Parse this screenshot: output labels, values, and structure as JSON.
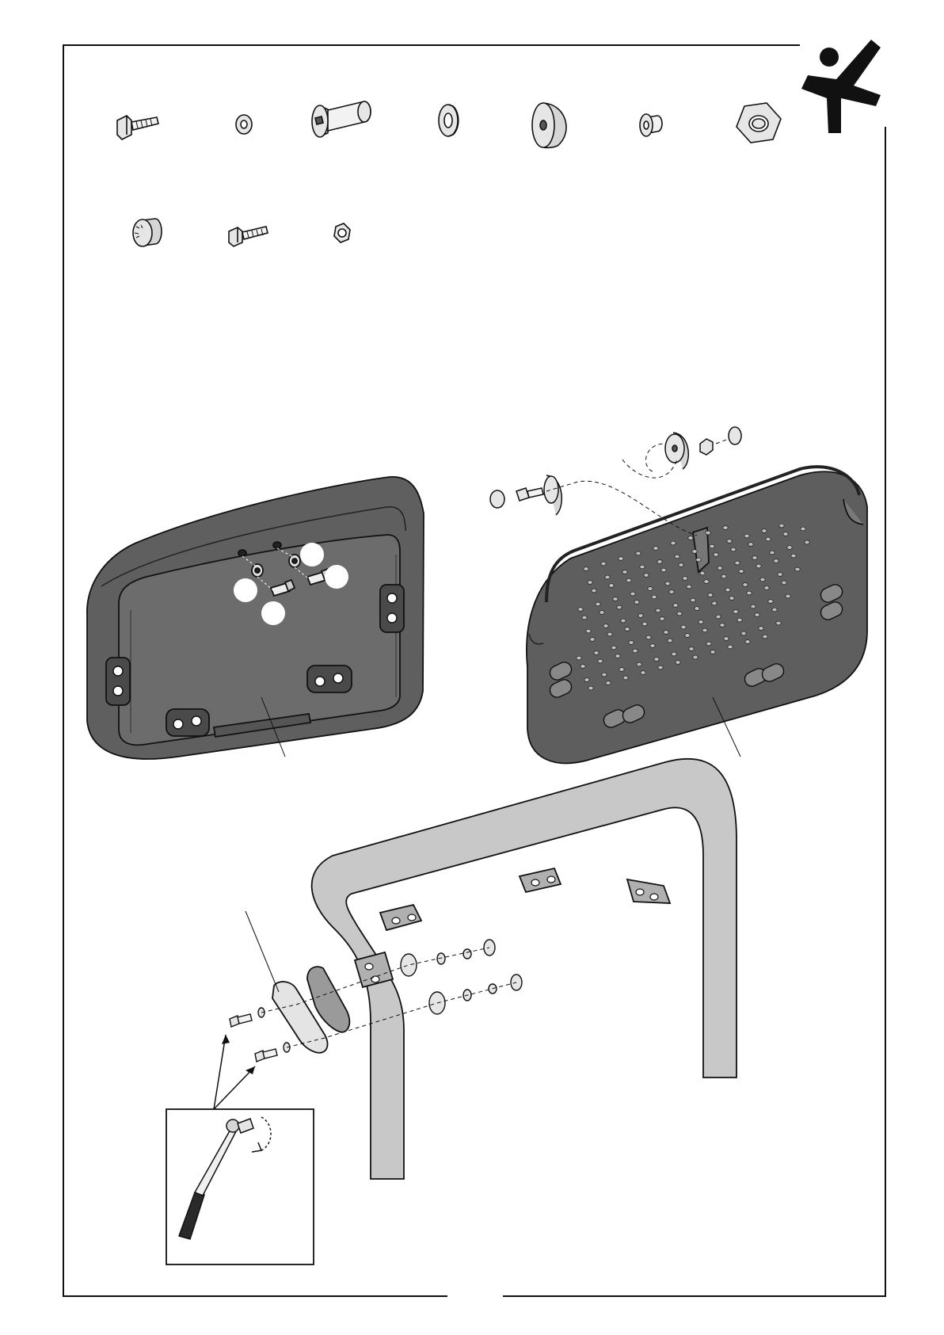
{
  "page": {
    "logo_icon": "figure-logo-icon",
    "colors": {
      "ink": "#111111",
      "panel_fill": "#686868",
      "panel_dark": "#3a3a3a",
      "frame_fill": "#c8c8c8",
      "part_fill": "#d6d6d6"
    }
  },
  "parts_list": {
    "row1": [
      "hex-bolt-icon",
      "small-washer-icon",
      "barrel-nut-icon",
      "flat-washer-icon",
      "dome-spacer-icon",
      "flanged-bushing-icon",
      "hex-nut-large-icon"
    ],
    "row2": [
      "end-cap-icon",
      "short-bolt-icon",
      "lock-nut-icon"
    ]
  },
  "steps": [
    {
      "name": "backrest-panel-front",
      "markers": 4
    },
    {
      "name": "seat-panel-perforated",
      "markers": 0
    },
    {
      "name": "frame-attachment",
      "markers": 0
    }
  ],
  "detail_inset": {
    "tool_icon": "torque-wrench-icon"
  }
}
